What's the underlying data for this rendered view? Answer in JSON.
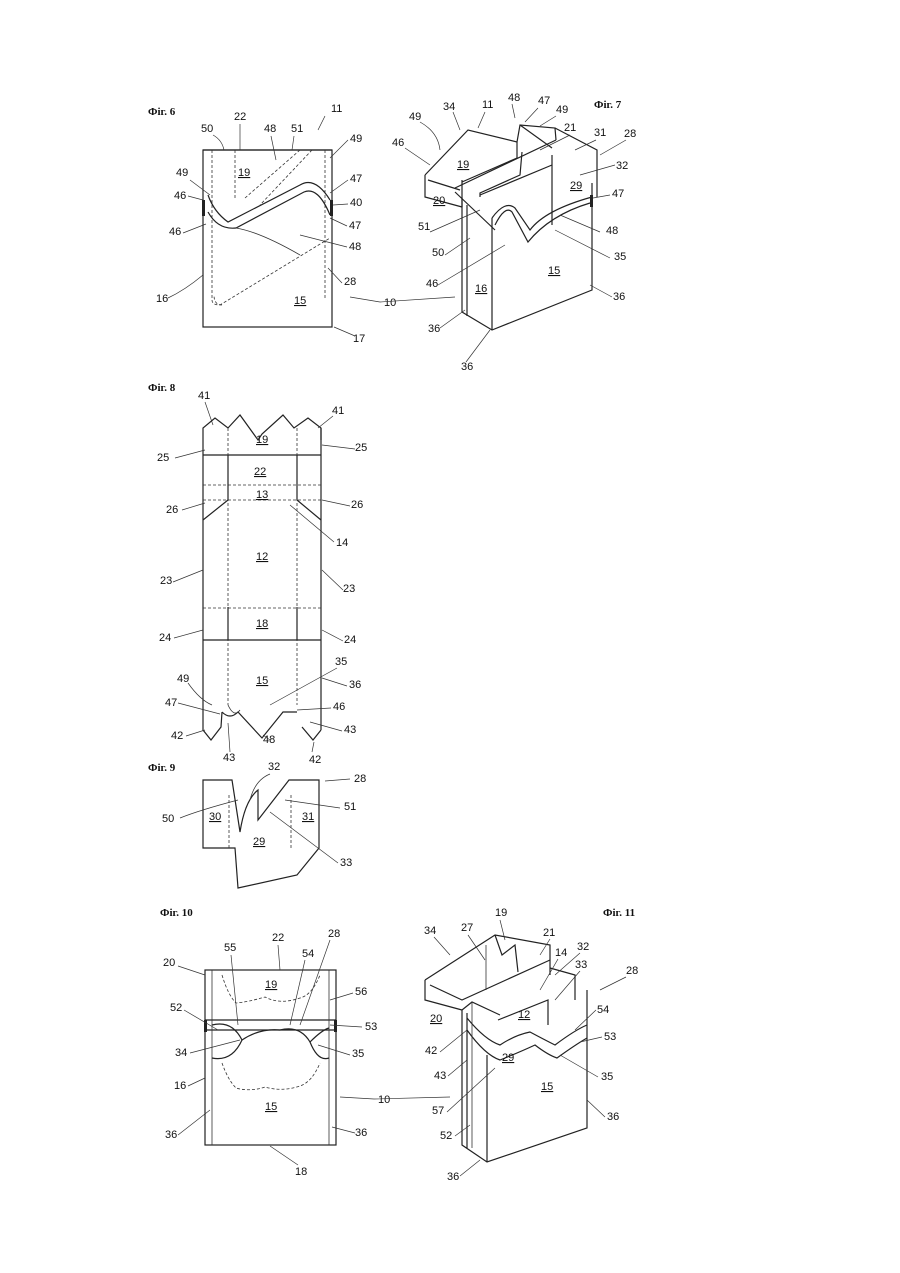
{
  "figures": [
    {
      "id": "fig6",
      "caption": "Фіг. 6"
    },
    {
      "id": "fig7",
      "caption": "Фіг. 7"
    },
    {
      "id": "fig8",
      "caption": "Фіг. 8"
    },
    {
      "id": "fig9",
      "caption": "Фіг. 9"
    },
    {
      "id": "fig10",
      "caption": "Фіг. 10"
    },
    {
      "id": "fig11",
      "caption": "Фіг. 11"
    }
  ],
  "labels": {
    "fig6": [
      "11",
      "50",
      "22",
      "48",
      "51",
      "49",
      "49",
      "19",
      "47",
      "46",
      "40",
      "46",
      "47",
      "48",
      "28",
      "16",
      "15",
      "10",
      "17"
    ],
    "fig7": [
      "49",
      "34",
      "11",
      "48",
      "47",
      "49",
      "46",
      "21",
      "31",
      "28",
      "19",
      "32",
      "29",
      "20",
      "47",
      "51",
      "48",
      "50",
      "35",
      "46",
      "15",
      "16",
      "36",
      "36",
      "36"
    ],
    "fig8": [
      "41",
      "41",
      "19",
      "25",
      "25",
      "22",
      "13",
      "26",
      "26",
      "14",
      "12",
      "23",
      "23",
      "18",
      "24",
      "24",
      "35",
      "36",
      "15",
      "49",
      "46",
      "47",
      "43",
      "42",
      "48",
      "43",
      "42"
    ],
    "fig9": [
      "32",
      "28",
      "50",
      "30",
      "31",
      "51",
      "29",
      "33"
    ],
    "fig10": [
      "55",
      "22",
      "28",
      "19",
      "54",
      "20",
      "56",
      "52",
      "53",
      "34",
      "35",
      "16",
      "15",
      "10",
      "36",
      "36",
      "18"
    ],
    "fig11": [
      "19",
      "34",
      "27",
      "21",
      "32",
      "14",
      "33",
      "28",
      "20",
      "12",
      "54",
      "53",
      "42",
      "29",
      "35",
      "43",
      "15",
      "57",
      "52",
      "36",
      "36"
    ]
  },
  "colors": {
    "ink": "#222222",
    "paper": "#ffffff"
  }
}
